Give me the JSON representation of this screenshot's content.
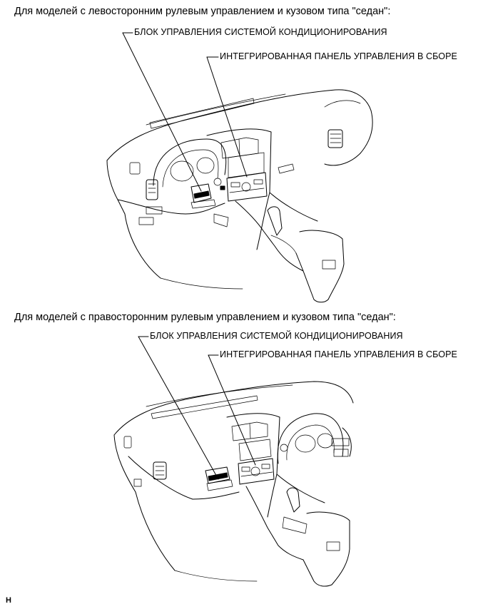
{
  "section_lhd": {
    "caption": "Для моделей с левосторонним рулевым управлением и кузовом типа \"седан\":",
    "callout_ac_unit": "БЛОК УПРАВЛЕНИЯ СИСТЕМОЙ КОНДИЦИОНИРОВАНИЯ",
    "callout_panel": "ИНТЕГРИРОВАННАЯ ПАНЕЛЬ УПРАВЛЕНИЯ В СБОРЕ"
  },
  "section_rhd": {
    "caption": "Для моделей с правосторонним рулевым управлением и кузовом типа \"седан\":",
    "callout_ac_unit": "БЛОК УПРАВЛЕНИЯ СИСТЕМОЙ КОНДИЦИОНИРОВАНИЯ",
    "callout_panel": "ИНТЕГРИРОВАННАЯ ПАНЕЛЬ УПРАВЛЕНИЯ В СБОРЕ"
  },
  "footer_code": "H"
}
